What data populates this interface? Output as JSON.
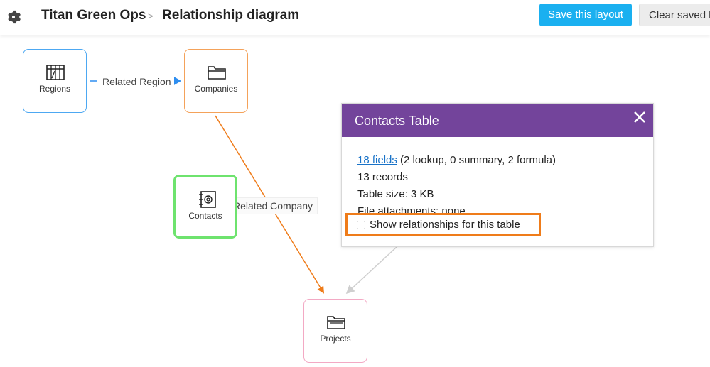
{
  "header": {
    "app_name": "Titan Green Ops",
    "separator": ">",
    "page_title": "Relationship diagram",
    "save_label": "Save this layout",
    "clear_label": "Clear saved layout"
  },
  "diagram": {
    "nodes": [
      {
        "label": "Regions",
        "icon": "table-grid-icon",
        "color": "#4da8f2"
      },
      {
        "label": "Companies",
        "icon": "folder-icon",
        "color": "#f4a25a"
      },
      {
        "label": "Contacts",
        "icon": "contact-book-icon",
        "color": "#6ee36e"
      },
      {
        "label": "Projects",
        "icon": "folder-stack-icon",
        "color": "#f3a9c4"
      }
    ],
    "edges": [
      {
        "label": "Related Region",
        "color": "#2e8ef0"
      },
      {
        "label": "Related Company",
        "color": "#ef7c1a"
      }
    ]
  },
  "popup": {
    "title": "Contacts Table",
    "fields_link": "18 fields",
    "fields_detail": " (2 lookup, 0 summary, 2 formula)",
    "records": "13 records",
    "table_size": "Table size: 3 KB",
    "attachments": "File attachments: none",
    "checkbox_label": "Show relationships for this table",
    "checkbox_checked": false,
    "header_color": "#73449b",
    "highlight_color": "#ef7c1a"
  }
}
